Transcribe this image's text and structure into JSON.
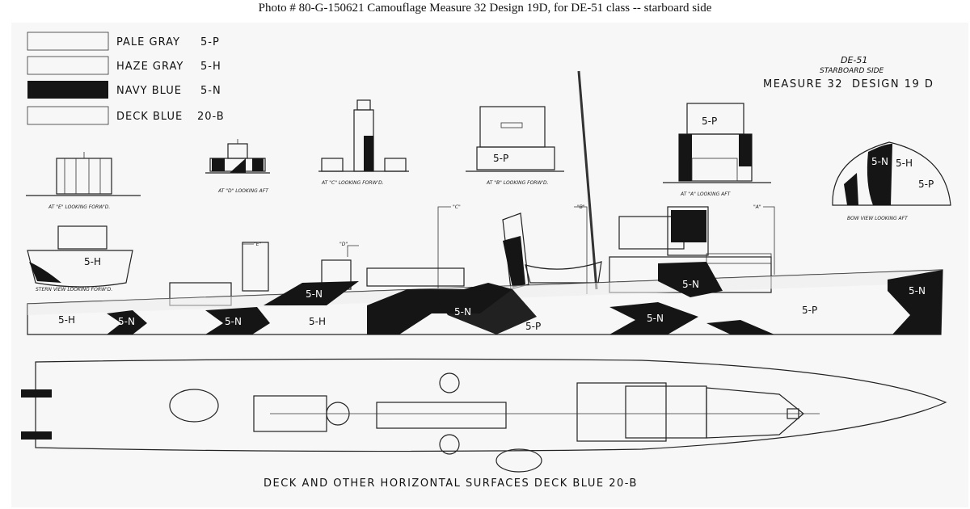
{
  "caption": "Photo # 80-G-150621     Camouflage Measure 32 Design 19D, for DE-51 class -- starboard side",
  "legend": [
    {
      "name": "PALE GRAY",
      "code": "5-P",
      "color": "#f2f2f2"
    },
    {
      "name": "HAZE GRAY",
      "code": "5-H",
      "color": "#e6e6e6"
    },
    {
      "name": "NAVY BLUE",
      "code": "5-N",
      "color": "#151515"
    },
    {
      "name": "DECK BLUE",
      "code": "20-B",
      "color": "#ececec"
    }
  ],
  "title_block": {
    "hull": "DE-51",
    "side": "STARBOARD SIDE",
    "measure": "MEASURE 32",
    "design": "DESIGN 19 D"
  },
  "views": {
    "e": "AT \"E\" LOOKING FORW'D.",
    "d": "AT \"D\" LOOKING AFT",
    "c": "AT \"C\" LOOKING FORW'D.",
    "b": "AT \"B\" LOOKING FORW'D.",
    "a": "AT \"A\" LOOKING AFT",
    "bow": "BOW VIEW LOOKING AFT",
    "stern": "STERN VIEW LOOKING FORW'D."
  },
  "station_marks": [
    "\"E\"",
    "\"D\"",
    "\"C\"",
    "\"B\"",
    "\"A\""
  ],
  "codes": {
    "p": "5-P",
    "h": "5-H",
    "n": "5-N"
  },
  "deck_note": "DECK AND OTHER HORIZONTAL SURFACES DECK BLUE 20-B",
  "colors": {
    "navy": "#151515",
    "paper": "#f7f7f7",
    "ink": "#222222"
  }
}
